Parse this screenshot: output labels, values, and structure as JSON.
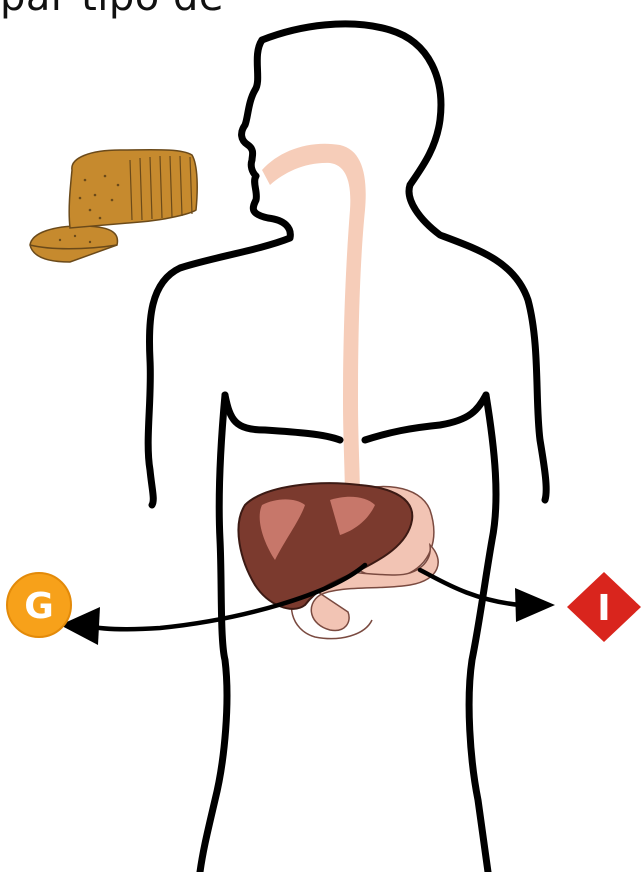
{
  "caption": "par tipo de",
  "markers": {
    "glucose": {
      "letter": "G",
      "color": "#f7a11a",
      "ring": "#ffffff"
    },
    "insulin": {
      "letter": "I",
      "color": "#d9251d",
      "ring": "#ffffff"
    }
  },
  "colors": {
    "outline": "#000000",
    "esophagus": "#f6cdb9",
    "liver": "#7b3a2e",
    "liver_highlight": "#c7776a",
    "stomach": "#f2c4b4",
    "bread": "#c68a2e",
    "bread_dark": "#6b4a1a"
  },
  "icons": [
    "bread-icon",
    "human-body-icon",
    "liver-icon",
    "stomach-icon",
    "glucose-icon",
    "insulin-icon"
  ]
}
